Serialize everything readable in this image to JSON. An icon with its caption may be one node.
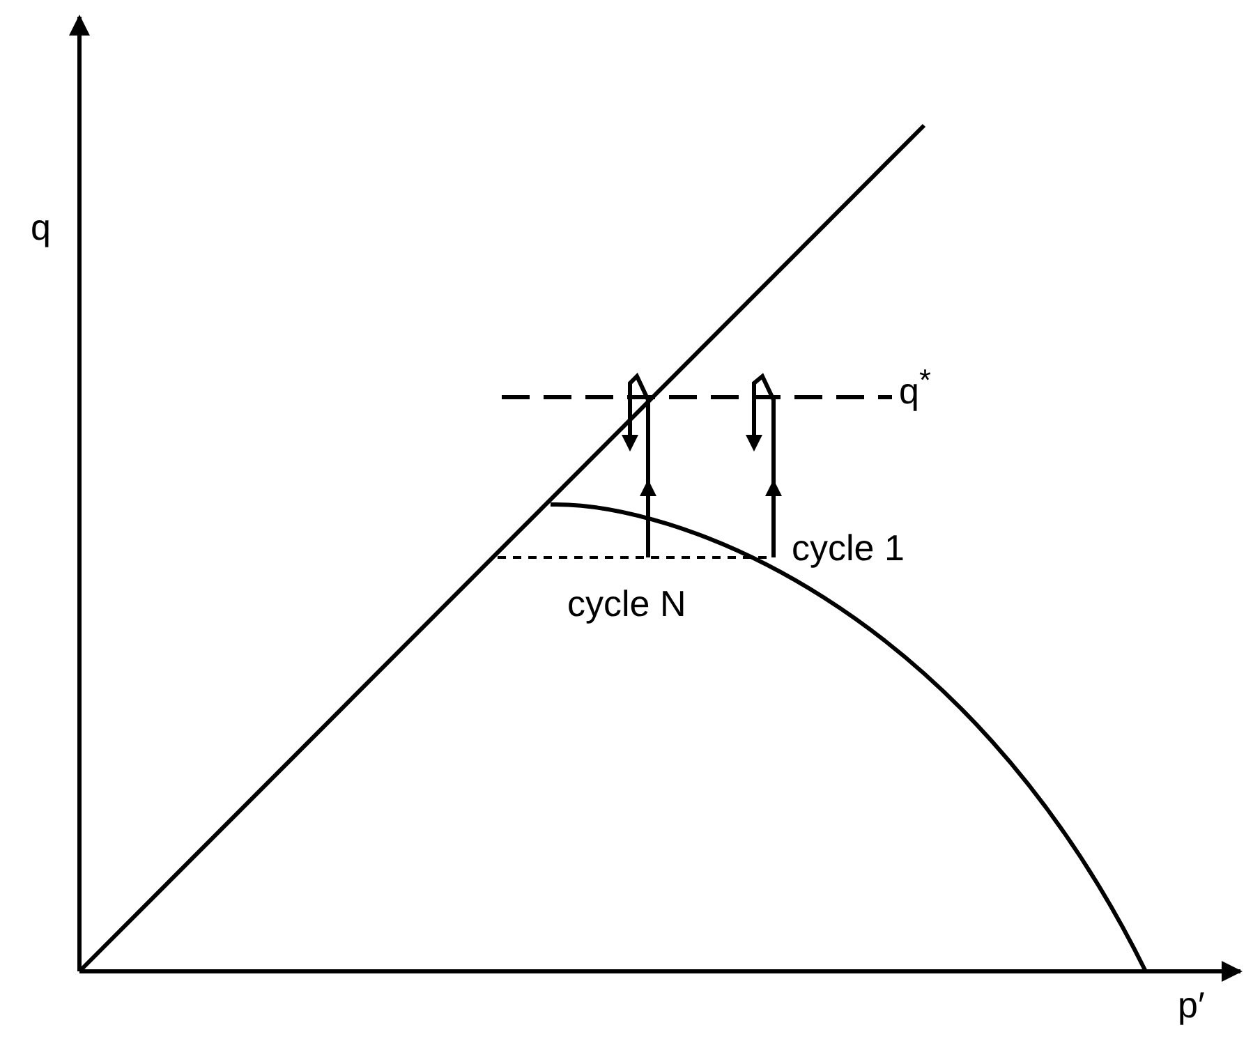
{
  "diagram": {
    "labels": [
      "q",
      "q$^{*}$",
      "cycle 1",
      "cycle N",
      "p′"
    ]
  }
}
